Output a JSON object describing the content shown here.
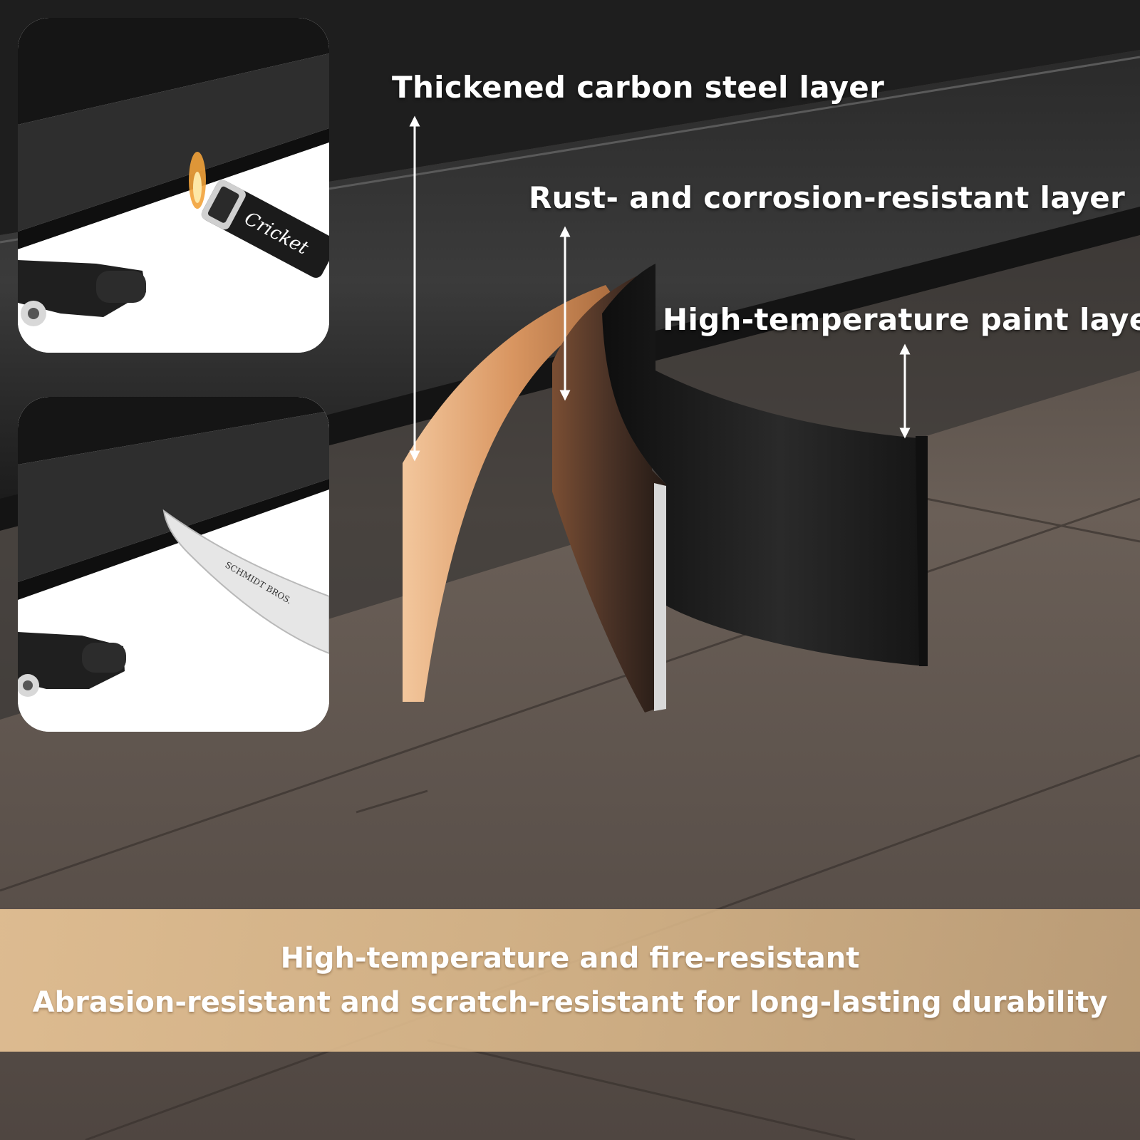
{
  "labels": {
    "carbon_steel": "Thickened carbon steel layer",
    "rust_resistant": "Rust- and corrosion-resistant layer",
    "paint": "High-temperature paint layer"
  },
  "banner": {
    "line1": "High-temperature and fire-resistant",
    "line2": "Abrasion-resistant and scratch-resistant for long-lasting durability"
  },
  "inset_lighter": {
    "brand": "Cricket"
  },
  "inset_knife": {
    "brand": "SCHMIDT BROS."
  },
  "colors": {
    "banner": "#e4c092",
    "copper_layer": "#e3a574",
    "paint_layer": "#1c1c1c",
    "wood_floor": "#5f5650",
    "label_text": "#ffffff"
  }
}
